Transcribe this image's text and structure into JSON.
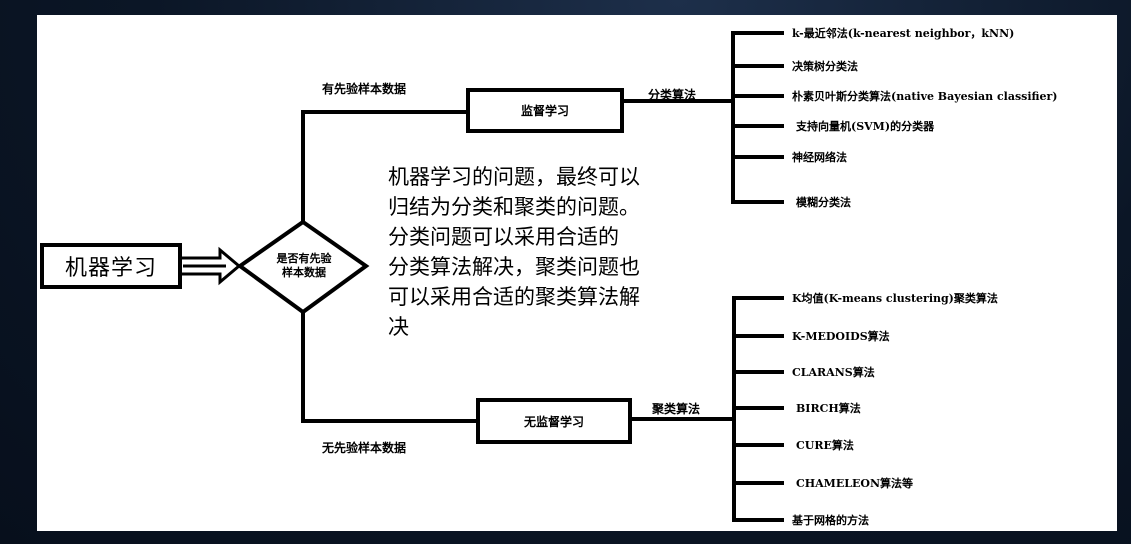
{
  "diagram": {
    "root": {
      "label": "机器学习"
    },
    "decision": {
      "line1": "是否有先验",
      "line2": "样本数据"
    },
    "branches": {
      "supervised": {
        "edge_label": "有先验样本数据",
        "node_label": "监督学习",
        "method_label": "分类算法",
        "leaves": [
          "k-最近邻法(k-nearest neighbor，kNN)",
          "决策树分类法",
          "朴素贝叶斯分类算法(native Bayesian classifier)",
          "支持向量机(SVM)的分类器",
          "神经网络法",
          "模糊分类法"
        ]
      },
      "unsupervised": {
        "edge_label": "无先验样本数据",
        "node_label": "无监督学习",
        "method_label": "聚类算法",
        "leaves": [
          "K均值(K-means clustering)聚类算法",
          "K-MEDOIDS算法",
          "CLARANS算法",
          "BIRCH算法",
          "CURE算法",
          "CHAMELEON算法等",
          "基于网格的方法"
        ]
      }
    },
    "note": [
      "机器学习的问题，最终可以",
      "归结为分类和聚类的问题。",
      "分类问题可以采用合适的",
      "分类算法解决，聚类问题也",
      "可以采用合适的聚类算法解",
      "决"
    ]
  },
  "colors": {
    "background": "#0b1626",
    "panel": "#ffffff",
    "ink": "#000000"
  }
}
